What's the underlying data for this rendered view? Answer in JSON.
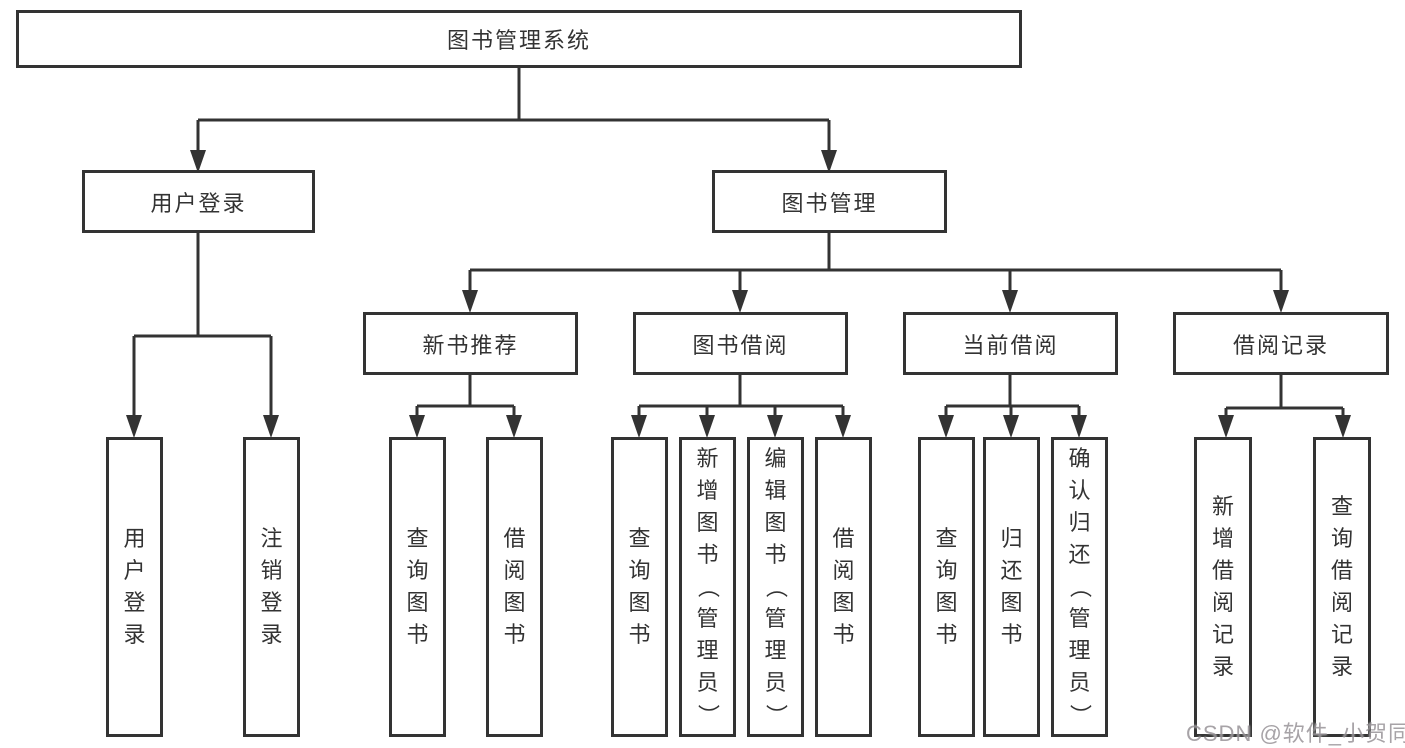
{
  "tree": {
    "label": "图书管理系统",
    "children": [
      {
        "label": "用户登录",
        "children": [
          {
            "label": "用户登录"
          },
          {
            "label": "注销登录"
          }
        ]
      },
      {
        "label": "图书管理",
        "children": [
          {
            "label": "新书推荐",
            "children": [
              {
                "label": "查询图书"
              },
              {
                "label": "借阅图书"
              }
            ]
          },
          {
            "label": "图书借阅",
            "children": [
              {
                "label": "查询图书"
              },
              {
                "label": "新增图书（管理员）"
              },
              {
                "label": "编辑图书（管理员）"
              },
              {
                "label": "借阅图书"
              }
            ]
          },
          {
            "label": "当前借阅",
            "children": [
              {
                "label": "查询图书"
              },
              {
                "label": "归还图书"
              },
              {
                "label": "确认归还（管理员）"
              }
            ]
          },
          {
            "label": "借阅记录",
            "children": [
              {
                "label": "新增借阅记录"
              },
              {
                "label": "查询借阅记录"
              }
            ]
          }
        ]
      }
    ]
  },
  "watermark": {
    "text": "CSDN @软件_小贺同学"
  },
  "colors": {
    "line": "#333333",
    "text": "#333333",
    "background": "#ffffff",
    "watermark": "#8a848a"
  }
}
